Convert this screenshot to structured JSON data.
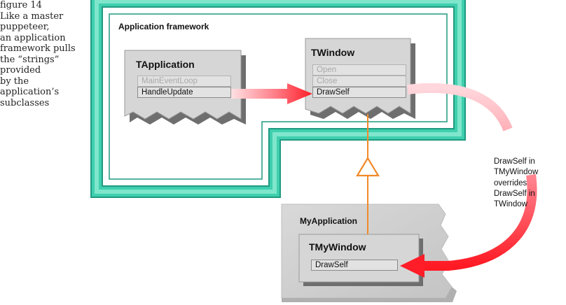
{
  "figure": {
    "caption_lines": [
      "figure 14",
      "Like a master",
      "puppeteer,",
      "an application",
      "framework pulls",
      "the “strings”",
      "provided",
      "by the",
      "application’s",
      "subclasses"
    ]
  },
  "framework": {
    "label": "Application framework"
  },
  "tapplication": {
    "title": "TApplication",
    "methods": [
      "MainEventLoop",
      "HandleUpdate"
    ]
  },
  "twindow": {
    "title": "TWindow",
    "methods": [
      "Open",
      "Close",
      "DrawSelf"
    ]
  },
  "myapplication": {
    "label": "MyApplication"
  },
  "tmywindow": {
    "title": "TMyWindow",
    "methods": [
      "DrawSelf"
    ]
  },
  "override_note": {
    "lines": [
      "DrawSelf in",
      "TMyWindow",
      "overrides",
      "DrawSelf in",
      "TWindow"
    ]
  },
  "colors": {
    "frame_teal": "#3fcfae",
    "frame_teal_light": "#a5f0dc",
    "frame_teal_dark": "#1f9a80",
    "arrow_red": "#ff1f2a",
    "arrow_pink": "#ffdde0",
    "inherit_orange": "#f08a2a",
    "card_face": "#d6d6d6",
    "card_shadow": "#6e6e6e",
    "myapp_bg": "#d2d2d2"
  }
}
